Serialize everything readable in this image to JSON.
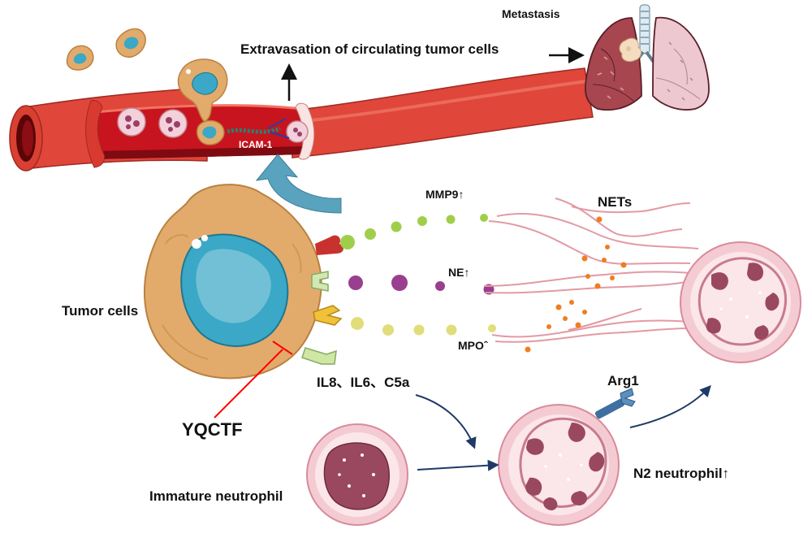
{
  "labels": {
    "metastasis": "Metastasis",
    "extravasation": "Extravasation of circulating tumor cells",
    "icam": "ICAM-1",
    "mmp9": "MMP9↑",
    "nets": "NETs",
    "ne": "NE↑",
    "mpo": "MPOˆ",
    "tumor_cells": "Tumor cells",
    "il": "IL8、IL6、C5a",
    "arg1": "Arg1",
    "yqctf": "YQCTF",
    "immature": "Immature neutrophil",
    "n2": "N2 neutrophil↑"
  },
  "colors": {
    "vessel": "#e0463a",
    "vessel_inner": "#b0121b",
    "tumor_cell": "#e2ab6c",
    "nucleus": "#3aa8c6",
    "mmp9_dots": "#9fcf4a",
    "ne_dots": "#9a3f8f",
    "mpo_dots": "#e1dd7a",
    "nets_fibers": "#e39aa4",
    "nets_dots": "#ef7d22",
    "neutrophil": "#f4cbd3",
    "neutrophil_nucleus": "#9a4860",
    "inhibit_line": "#ff0000",
    "arrow_navy": "#1f3a66",
    "curved_arrow": "#5aa3bf"
  }
}
